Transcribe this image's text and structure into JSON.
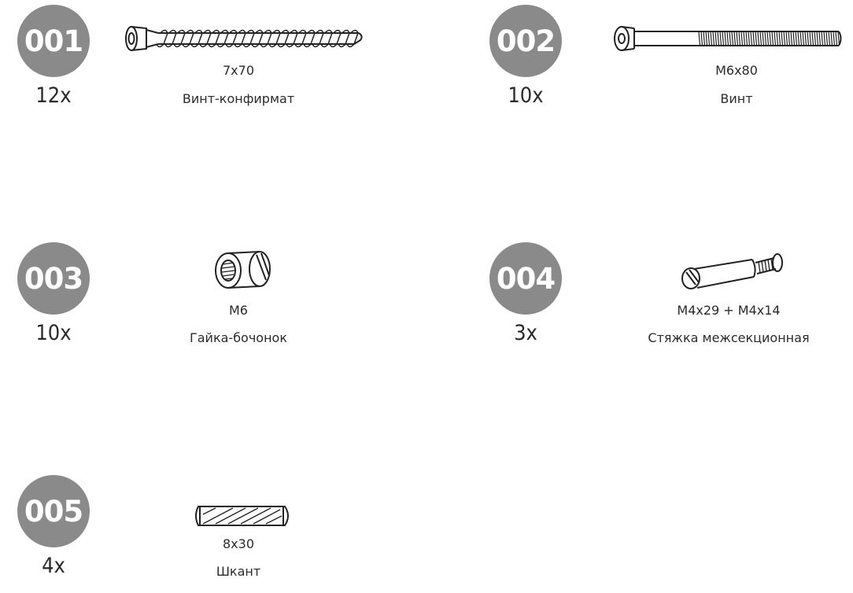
{
  "parts": [
    {
      "code": "001",
      "qty": "12x",
      "size": "7x70",
      "name": "Винт-конфирмат",
      "icon": "confirmat-screw-icon"
    },
    {
      "code": "002",
      "qty": "10x",
      "size": "M6x80",
      "name": "Винт",
      "icon": "bolt-icon"
    },
    {
      "code": "003",
      "qty": "10x",
      "size": "M6",
      "name": "Гайка-бочонок",
      "icon": "barrel-nut-icon"
    },
    {
      "code": "004",
      "qty": "3x",
      "size": "M4x29 + M4x14",
      "name": "Стяжка межсекционная",
      "icon": "connector-bolt-icon"
    },
    {
      "code": "005",
      "qty": "4x",
      "size": "8x30",
      "name": "Шкант",
      "icon": "wooden-dowel-icon"
    }
  ],
  "colors": {
    "badge": "#8a8a8a",
    "badge_text": "#ffffff",
    "text": "#222222"
  }
}
